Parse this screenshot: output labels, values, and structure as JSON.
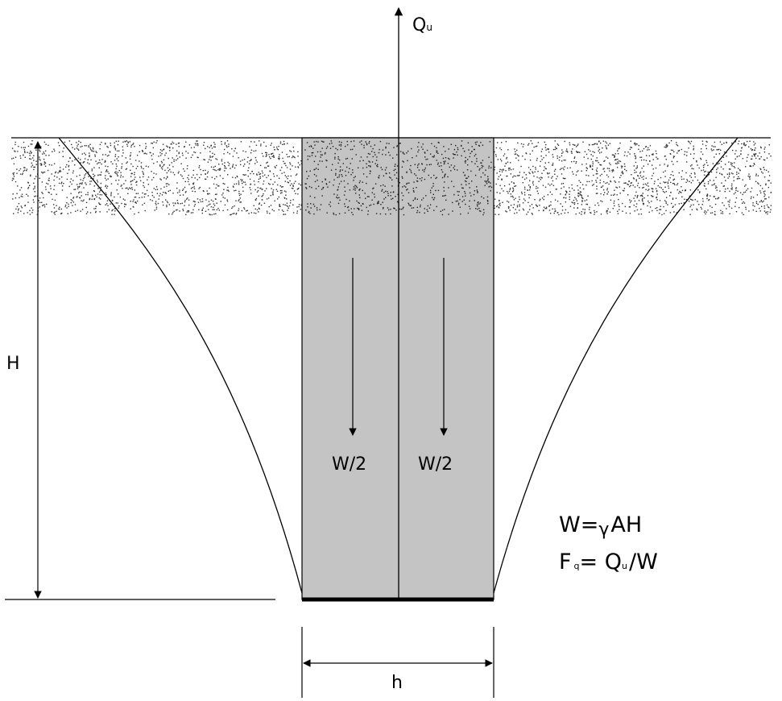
{
  "labels": {
    "uplift_force": "Qu",
    "uplift_force_main": "Q",
    "uplift_force_sub": "u",
    "depth": "H",
    "width": "h",
    "half_weight_left": "W/2",
    "half_weight_right": "W/2"
  },
  "equations": {
    "weight_lhs": "W=",
    "weight_gamma": "γ",
    "weight_rhs": "AH",
    "safety_main": "F",
    "safety_sub": "q",
    "safety_eq": "= Q",
    "safety_q_sub": "u",
    "safety_rest": "/W"
  },
  "colors": {
    "block_fill": "#c4c4c4",
    "line": "#000000",
    "background": "#ffffff"
  }
}
